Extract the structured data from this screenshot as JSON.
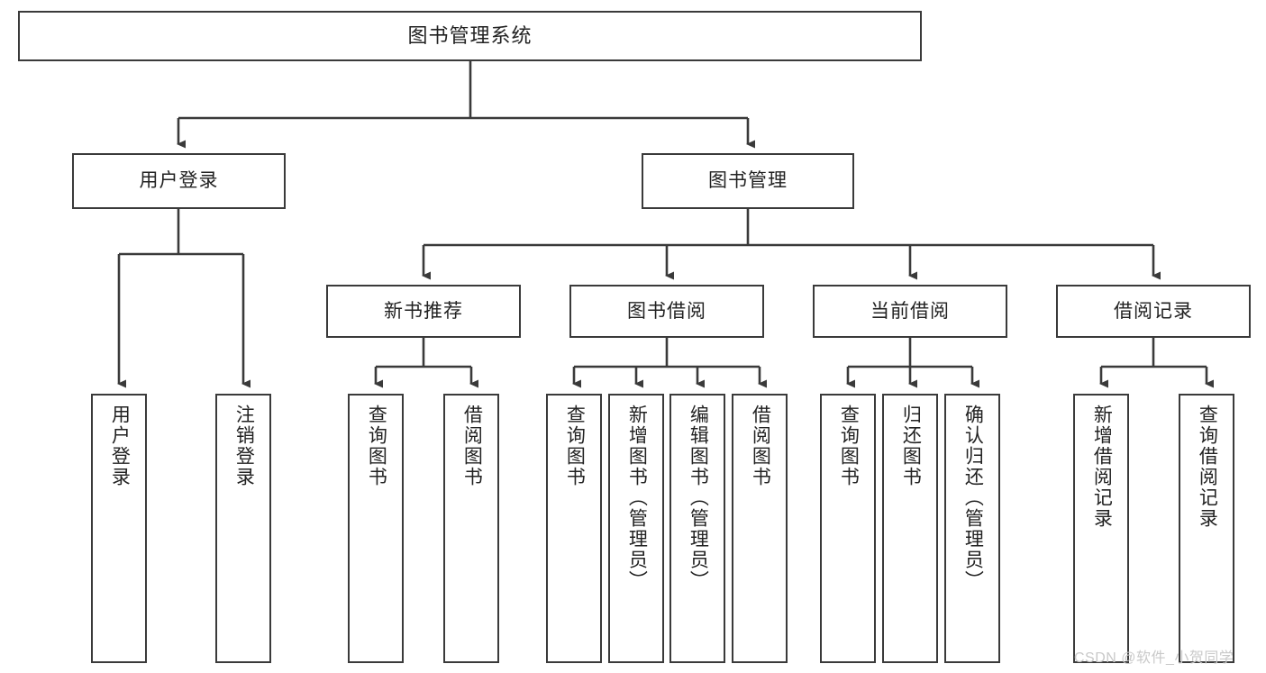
{
  "diagram": {
    "type": "tree",
    "title": "图书管理系统",
    "root": {
      "label": "图书管理系统"
    },
    "level2": [
      {
        "label": "用户登录"
      },
      {
        "label": "图书管理"
      }
    ],
    "level3": [
      {
        "label": "新书推荐"
      },
      {
        "label": "图书借阅"
      },
      {
        "label": "当前借阅"
      },
      {
        "label": "借阅记录"
      }
    ],
    "leaves": {
      "user_login": [
        {
          "label": "用户登录"
        },
        {
          "label": "注销登录"
        }
      ],
      "new_book_recommend": [
        {
          "label": "查询图书"
        },
        {
          "label": "借阅图书"
        }
      ],
      "book_borrow": [
        {
          "label": "查询图书"
        },
        {
          "label": "新增图书（管理员）"
        },
        {
          "label": "编辑图书（管理员）"
        },
        {
          "label": "借阅图书"
        }
      ],
      "current_borrow": [
        {
          "label": "查询图书"
        },
        {
          "label": "归还图书"
        },
        {
          "label": "确认归还（管理员）"
        }
      ],
      "borrow_record": [
        {
          "label": "新增借阅记录"
        },
        {
          "label": "查询借阅记录"
        }
      ]
    }
  },
  "watermark": {
    "text": "CSDN @软件_小贺同学"
  },
  "colors": {
    "box_border": "#3a3a3a",
    "box_fill": "#ffffff",
    "text": "#222222",
    "connector": "#3a3a3a",
    "watermark": "#c9c9c9",
    "background": "#ffffff"
  }
}
